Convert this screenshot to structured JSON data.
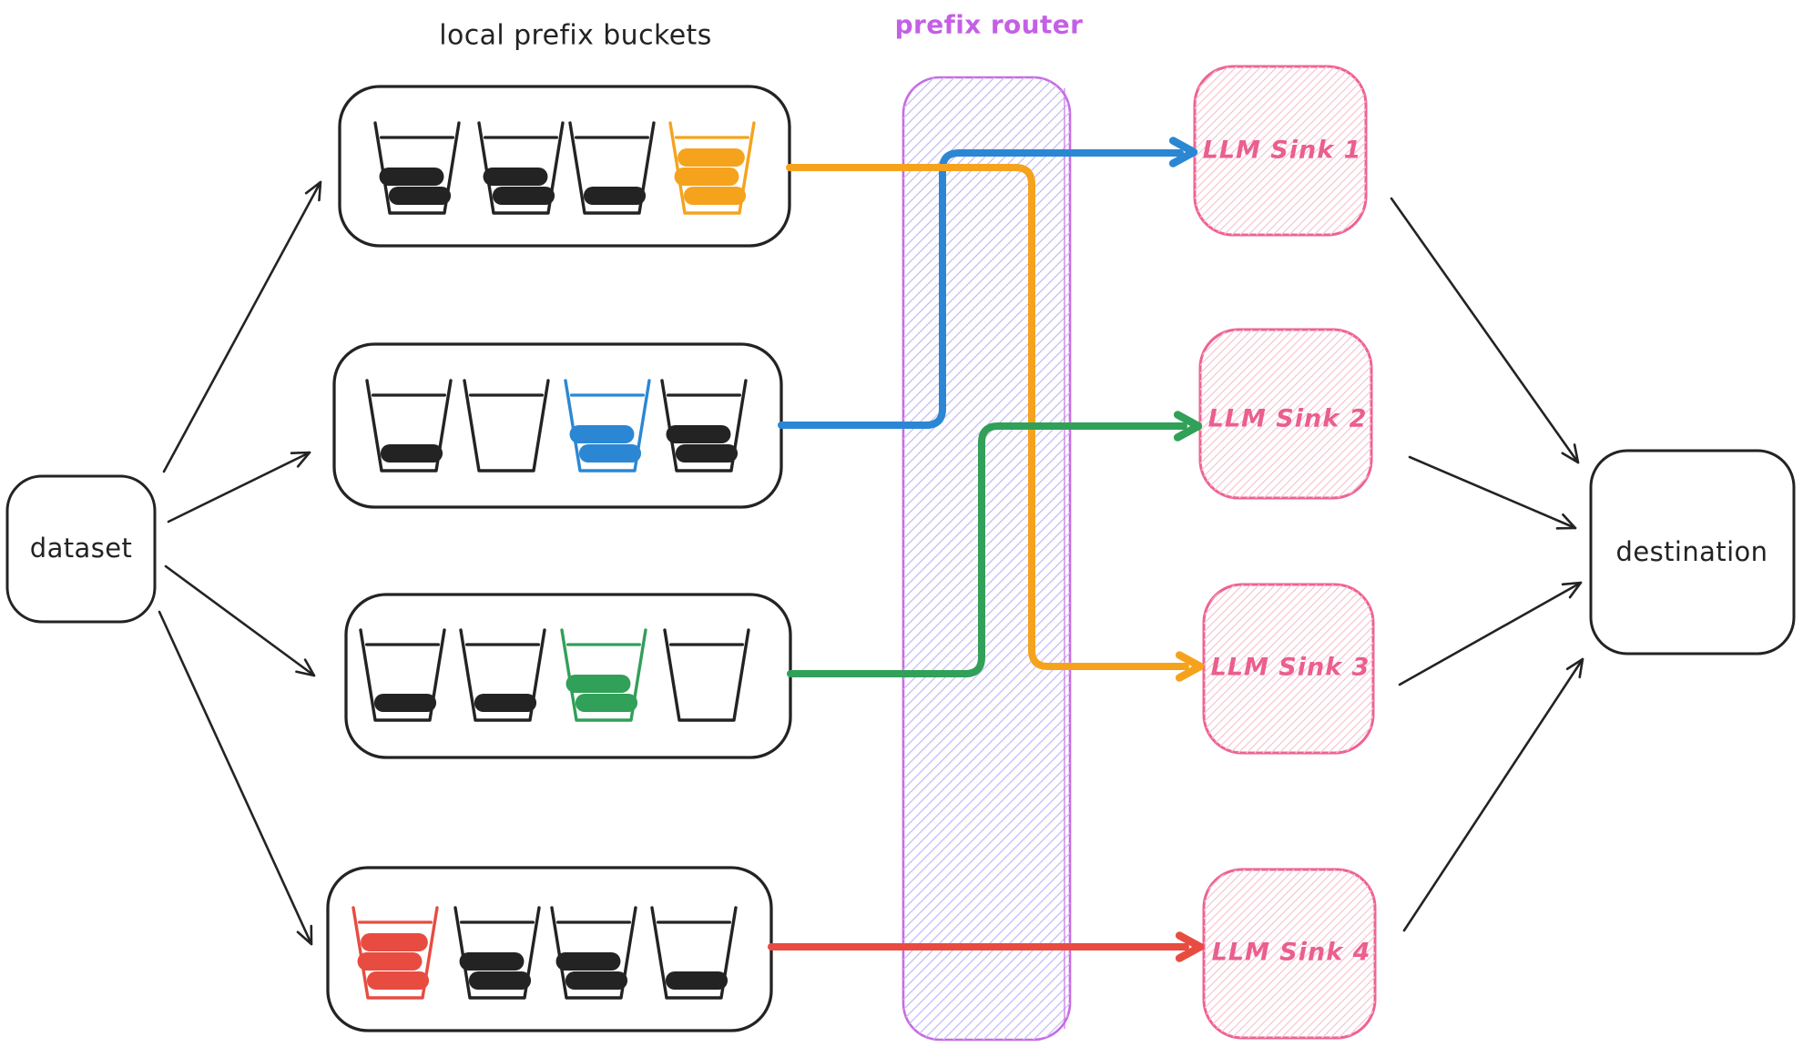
{
  "title": "local prefix buckets",
  "dataset": {
    "label": "dataset"
  },
  "router": {
    "label": "prefix router"
  },
  "destination": {
    "label": "destination"
  },
  "sinks": [
    {
      "label": "LLM Sink 1"
    },
    {
      "label": "LLM Sink 2"
    },
    {
      "label": "LLM Sink 3"
    },
    {
      "label": "LLM Sink 4"
    }
  ],
  "bucket_groups": [
    {
      "name": "bucket-group-1",
      "cups": [
        {
          "level": 0.52,
          "color": "black"
        },
        {
          "level": 0.62,
          "color": "black"
        },
        {
          "level": 0.2,
          "color": "black"
        },
        {
          "level": 0.9,
          "color": "orange"
        }
      ]
    },
    {
      "name": "bucket-group-2",
      "cups": [
        {
          "level": 0.42,
          "color": "black"
        },
        {
          "level": 0.0,
          "color": "black"
        },
        {
          "level": 0.72,
          "color": "blue"
        },
        {
          "level": 0.65,
          "color": "black"
        }
      ]
    },
    {
      "name": "bucket-group-3",
      "cups": [
        {
          "level": 0.2,
          "color": "black"
        },
        {
          "level": 0.3,
          "color": "black"
        },
        {
          "level": 0.52,
          "color": "green"
        },
        {
          "level": 0.0,
          "color": "black"
        }
      ]
    },
    {
      "name": "bucket-group-4",
      "cups": [
        {
          "level": 0.9,
          "color": "red"
        },
        {
          "level": 0.68,
          "color": "black"
        },
        {
          "level": 0.75,
          "color": "black"
        },
        {
          "level": 0.35,
          "color": "black"
        }
      ]
    }
  ],
  "routes": [
    {
      "from": "bucket-group-1",
      "to": "LLM Sink 3",
      "color": "orange"
    },
    {
      "from": "bucket-group-2",
      "to": "LLM Sink 1",
      "color": "blue"
    },
    {
      "from": "bucket-group-3",
      "to": "LLM Sink 2",
      "color": "green"
    },
    {
      "from": "bucket-group-4",
      "to": "LLM Sink 4",
      "color": "red"
    }
  ],
  "colors": {
    "ink": "#232323",
    "orange": "#f5a31d",
    "blue": "#2b87d3",
    "green": "#31a058",
    "red": "#e84c41",
    "pink_border": "#ef6292",
    "pink_text": "#eb5e8e",
    "pink_hatch": "#f6c5d1",
    "purple_border": "#c86ae3",
    "purple_text": "#c45fe6",
    "purple_hatch": "#c4bcf5"
  }
}
